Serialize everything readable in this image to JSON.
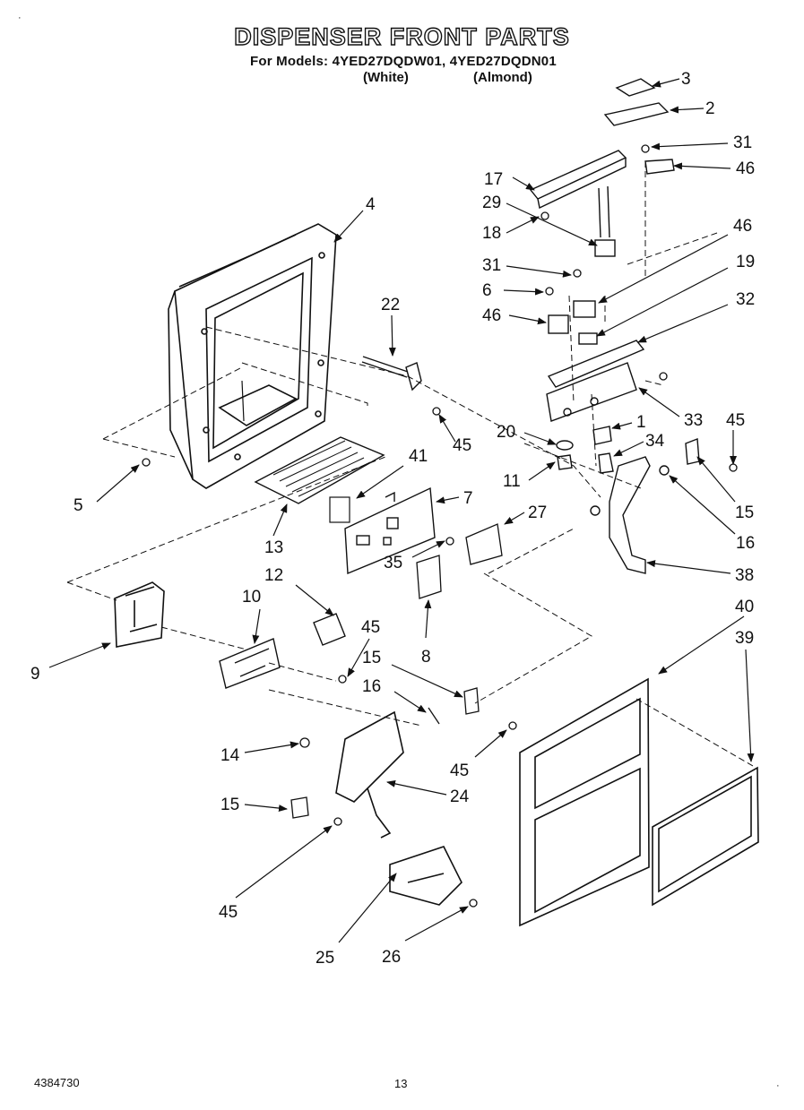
{
  "header": {
    "title": "DISPENSER FRONT PARTS",
    "models": "For Models: 4YED27DQDW01, 4YED27DQDN01",
    "color_white": "(White)",
    "color_almond": "(Almond)"
  },
  "footer": {
    "doc_number": "4384730",
    "page_number": "13"
  },
  "callouts": [
    {
      "key": "p3",
      "label": "3"
    },
    {
      "key": "p2",
      "label": "2"
    },
    {
      "key": "p31a",
      "label": "31"
    },
    {
      "key": "p46a",
      "label": "46"
    },
    {
      "key": "p17",
      "label": "17"
    },
    {
      "key": "p29",
      "label": "29"
    },
    {
      "key": "p4",
      "label": "4"
    },
    {
      "key": "p18",
      "label": "18"
    },
    {
      "key": "p46b",
      "label": "46"
    },
    {
      "key": "p31b",
      "label": "31"
    },
    {
      "key": "p19",
      "label": "19"
    },
    {
      "key": "p6",
      "label": "6"
    },
    {
      "key": "p32",
      "label": "32"
    },
    {
      "key": "p22",
      "label": "22"
    },
    {
      "key": "p46c",
      "label": "46"
    },
    {
      "key": "p33",
      "label": "33"
    },
    {
      "key": "p45a",
      "label": "45"
    },
    {
      "key": "p1",
      "label": "1"
    },
    {
      "key": "p20",
      "label": "20"
    },
    {
      "key": "p45b",
      "label": "45"
    },
    {
      "key": "p34",
      "label": "34"
    },
    {
      "key": "p41",
      "label": "41"
    },
    {
      "key": "p5",
      "label": "5"
    },
    {
      "key": "p11",
      "label": "11"
    },
    {
      "key": "p7",
      "label": "7"
    },
    {
      "key": "p15a",
      "label": "15"
    },
    {
      "key": "p27",
      "label": "27"
    },
    {
      "key": "p13",
      "label": "13"
    },
    {
      "key": "p16a",
      "label": "16"
    },
    {
      "key": "p35",
      "label": "35"
    },
    {
      "key": "p38",
      "label": "38"
    },
    {
      "key": "p12",
      "label": "12"
    },
    {
      "key": "p10",
      "label": "10"
    },
    {
      "key": "p40",
      "label": "40"
    },
    {
      "key": "p45c",
      "label": "45"
    },
    {
      "key": "p39",
      "label": "39"
    },
    {
      "key": "p8",
      "label": "8"
    },
    {
      "key": "p9",
      "label": "9"
    },
    {
      "key": "p15b",
      "label": "15"
    },
    {
      "key": "p16b",
      "label": "16"
    },
    {
      "key": "p14",
      "label": "14"
    },
    {
      "key": "p45d",
      "label": "45"
    },
    {
      "key": "p24",
      "label": "24"
    },
    {
      "key": "p15c",
      "label": "15"
    },
    {
      "key": "p45e",
      "label": "45"
    },
    {
      "key": "p25",
      "label": "25"
    },
    {
      "key": "p26",
      "label": "26"
    }
  ]
}
